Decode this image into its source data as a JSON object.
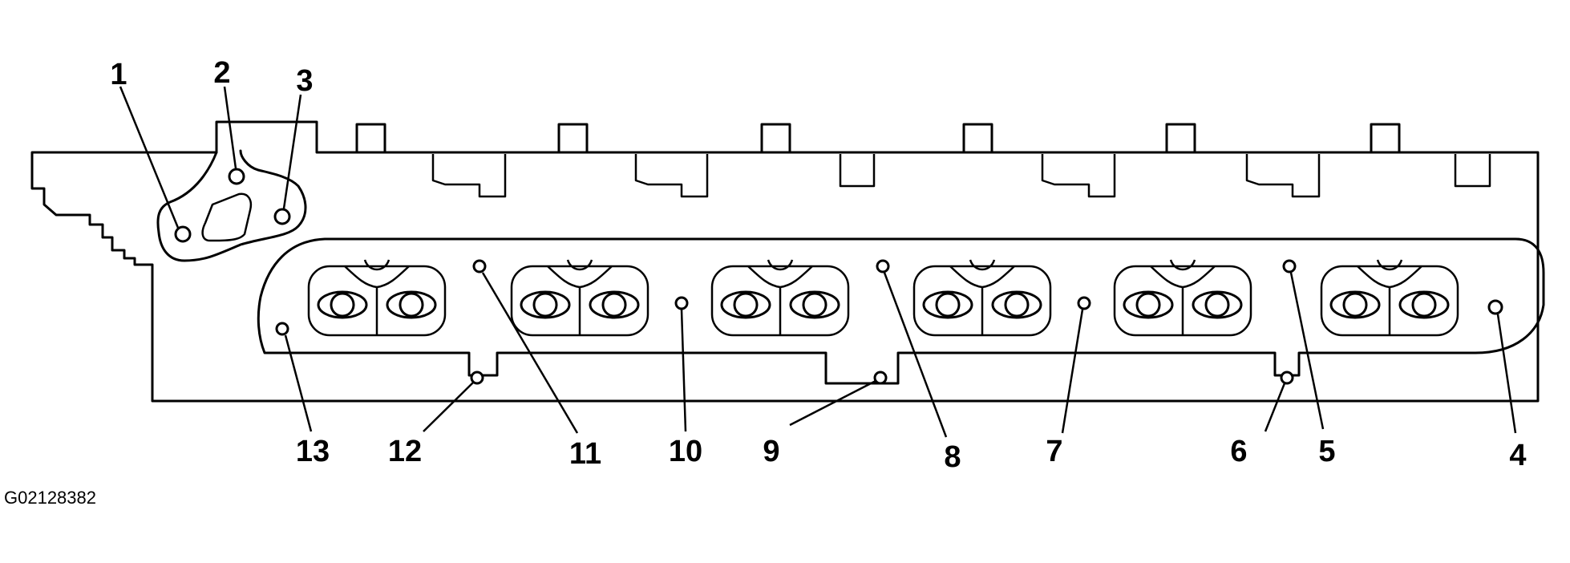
{
  "figure_id": "G02128382",
  "callouts": [
    "1",
    "2",
    "3",
    "4",
    "5",
    "6",
    "7",
    "8",
    "9",
    "10",
    "11",
    "12",
    "13"
  ]
}
